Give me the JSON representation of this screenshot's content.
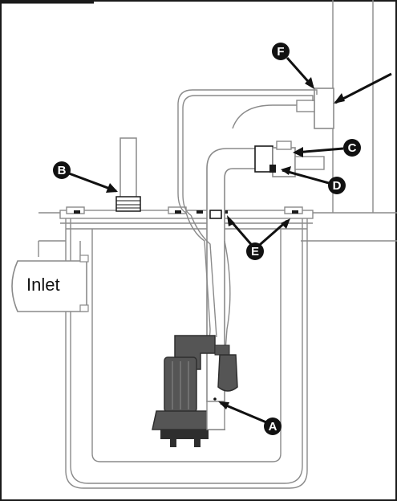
{
  "labels": {
    "inlet": "Inlet"
  },
  "callouts": [
    "A",
    "B",
    "C",
    "D",
    "E",
    "F"
  ],
  "colors": {
    "outline": "#8a8a8a",
    "dark_outline": "#1a1a1a",
    "pump_body": "#555555",
    "pump_dark": "#2e2e2e",
    "callout_fill": "#111111",
    "background": "#ffffff"
  }
}
